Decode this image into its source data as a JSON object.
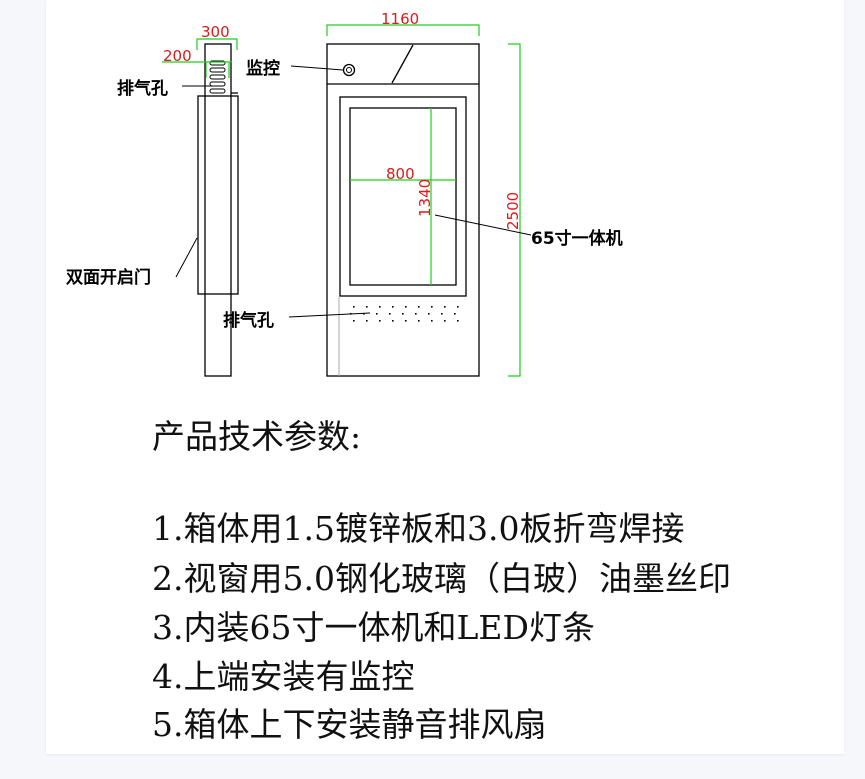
{
  "drawing": {
    "colors": {
      "outline": "#000000",
      "dimension_line": "#1fcf1f",
      "dimension_text": "#e01818"
    },
    "side_view": {
      "width_dim": "300",
      "depth_dim": "200",
      "vent_label": "排气孔",
      "door_label": "双面开启门"
    },
    "front_view": {
      "width_dim": "1160",
      "height_dim": "2500",
      "screen_width_dim": "800",
      "screen_height_dim": "1340",
      "camera_label": "监控",
      "screen_label": "65寸一体机",
      "vent_label": "排气孔"
    }
  },
  "specs": {
    "title": "产品技术参数:",
    "items": [
      "1.箱体用1.5镀锌板和3.0板折弯焊接",
      "2.视窗用5.0钢化玻璃（白玻）油墨丝印",
      "3.内装65寸一体机和LED灯条",
      "4.上端安装有监控",
      "5.箱体上下安装静音排风扇"
    ]
  }
}
